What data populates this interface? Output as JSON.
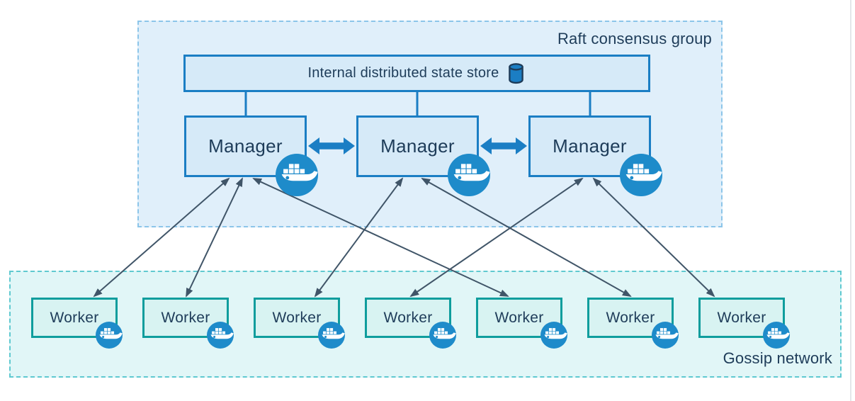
{
  "raft_group": {
    "label": "Raft consensus group"
  },
  "state_store": {
    "label": "Internal distributed state store",
    "icon": "database-icon"
  },
  "managers": [
    {
      "label": "Manager",
      "icon": "docker-whale-icon"
    },
    {
      "label": "Manager",
      "icon": "docker-whale-icon"
    },
    {
      "label": "Manager",
      "icon": "docker-whale-icon"
    }
  ],
  "workers": [
    {
      "label": "Worker",
      "icon": "docker-whale-icon"
    },
    {
      "label": "Worker",
      "icon": "docker-whale-icon"
    },
    {
      "label": "Worker",
      "icon": "docker-whale-icon"
    },
    {
      "label": "Worker",
      "icon": "docker-whale-icon"
    },
    {
      "label": "Worker",
      "icon": "docker-whale-icon"
    },
    {
      "label": "Worker",
      "icon": "docker-whale-icon"
    },
    {
      "label": "Worker",
      "icon": "docker-whale-icon"
    }
  ],
  "gossip_group": {
    "label": "Gossip network"
  },
  "colors": {
    "node_border_blue": "#1b7ec4",
    "node_fill_blue": "#d6eaf8",
    "raft_fill": "#e0effa",
    "raft_dash": "#8cc5e9",
    "worker_border_teal": "#0f9d9d",
    "worker_fill_teal": "#d8f3f2",
    "gossip_fill": "#e1f6f7",
    "gossip_dash": "#5fc9d0",
    "docker_blue": "#1e8bca",
    "arrow_slate": "#405568",
    "text_navy": "#1e3c59"
  },
  "connections": {
    "state_to_managers": [
      [
        347,
        130,
        347,
        163
      ],
      [
        589,
        130,
        589,
        163
      ],
      [
        833,
        130,
        833,
        163
      ]
    ],
    "manager_peer_links": [
      [
        435,
        206,
        501
      ],
      [
        678,
        206,
        744
      ]
    ],
    "manager_worker_links": [
      [
        323,
        252,
        133,
        418
      ],
      [
        342,
        252,
        263,
        418
      ],
      [
        358,
        252,
        717,
        418
      ],
      [
        568,
        252,
        445,
        418
      ],
      [
        596,
        252,
        890,
        418
      ],
      [
        822,
        252,
        580,
        418
      ],
      [
        838,
        252,
        1008,
        418
      ]
    ]
  }
}
